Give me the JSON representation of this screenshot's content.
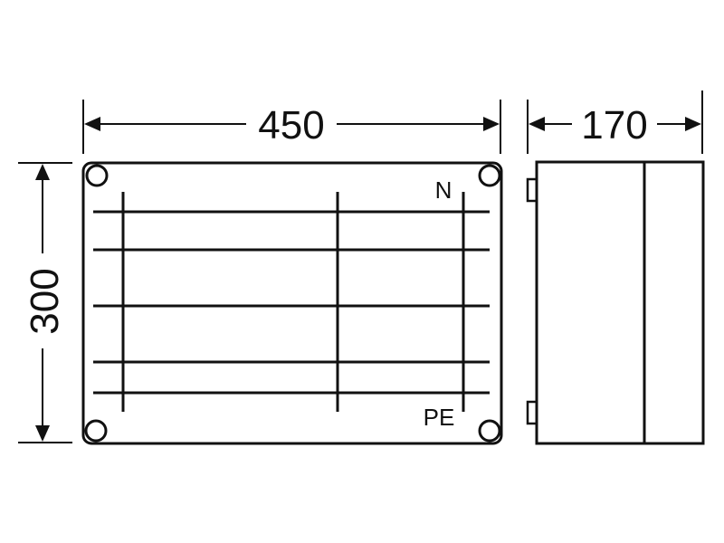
{
  "dimensions": {
    "width": "450",
    "depth": "170",
    "height": "300"
  },
  "labels": {
    "neutral": "N",
    "protective_earth": "PE"
  },
  "colors": {
    "line": "#111111",
    "background": "#ffffff"
  }
}
